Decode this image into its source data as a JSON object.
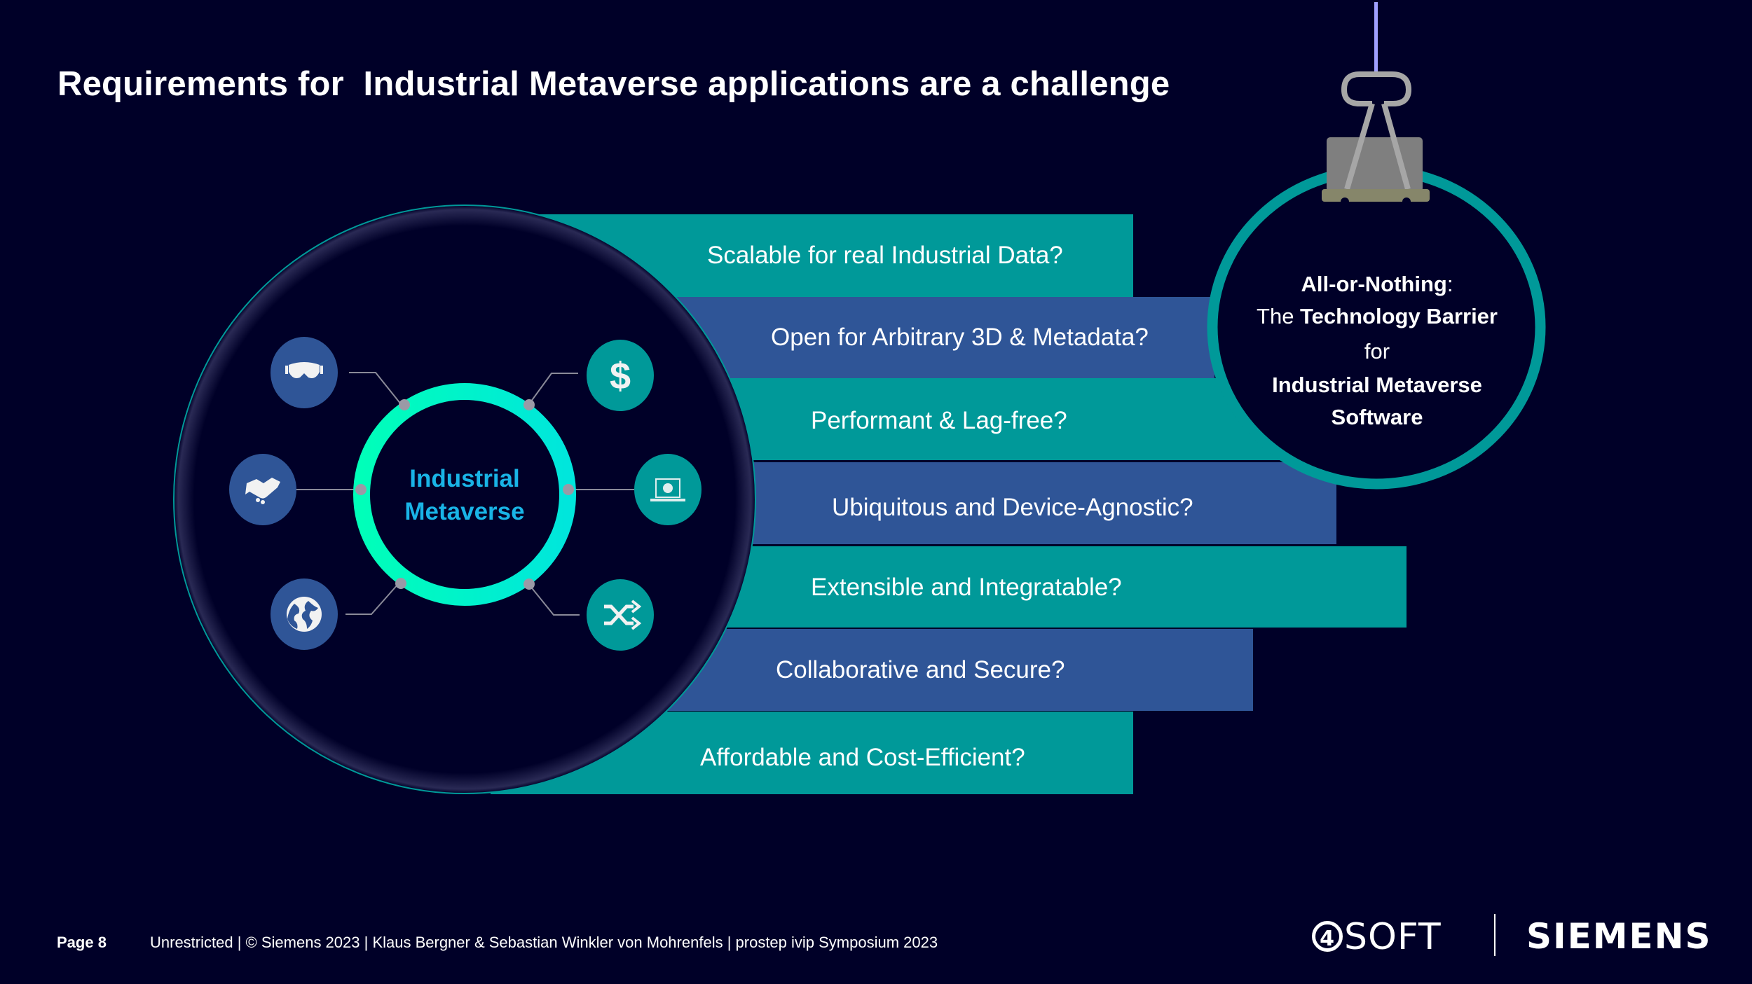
{
  "slide": {
    "title": "Requirements for  Industrial Metaverse applications are a challenge"
  },
  "hub": {
    "label_line1": "Industrial",
    "label_line2": "Metaverse",
    "icons": [
      {
        "name": "ar-headset-icon",
        "side": "left",
        "color": "#2f5597"
      },
      {
        "name": "handshake-icon",
        "side": "left",
        "color": "#2f5597"
      },
      {
        "name": "globe-icon",
        "side": "left",
        "color": "#2f5597"
      },
      {
        "name": "dollar-icon",
        "side": "right",
        "color": "#009999"
      },
      {
        "name": "laptop-globe-icon",
        "side": "right",
        "color": "#009999"
      },
      {
        "name": "shuffle-icon",
        "side": "right",
        "color": "#009999"
      }
    ]
  },
  "requirements": [
    {
      "label": "Scalable for real Industrial Data?",
      "color": "#009999"
    },
    {
      "label": "Open for Arbitrary 3D & Metadata?",
      "color": "#2f5597"
    },
    {
      "label": "Performant & Lag-free?",
      "color": "#009999"
    },
    {
      "label": "Ubiquitous and Device-Agnostic?",
      "color": "#2f5597"
    },
    {
      "label": "Extensible and Integratable?",
      "color": "#009999"
    },
    {
      "label": "Collaborative and Secure?",
      "color": "#2f5597"
    },
    {
      "label": "Affordable and Cost-Efficient?",
      "color": "#009999"
    }
  ],
  "barrier": {
    "line1_bold": "All-or-Nothing",
    "line1_rest": ":",
    "line2_prefix": "The ",
    "line2_bold": "Technology Barrier",
    "line3": "for",
    "line4_bold": "Industrial Metaverse",
    "line5_bold": "Software"
  },
  "footer": {
    "page": "Page 8",
    "text": "Unrestricted | © Siemens 2023 | Klaus Bergner & Sebastian Winkler von Mohrenfels | prostep ivip Symposium 2023"
  },
  "logos": {
    "partner_digit": "4",
    "partner_rest": "SOFT",
    "brand": "SIEMENS"
  },
  "colors": {
    "background": "#000028",
    "teal": "#009999",
    "blue": "#2f5597",
    "ring_start": "#00ffb9",
    "ring_end": "#00e6dc",
    "hub_text": "#19b4e6"
  }
}
